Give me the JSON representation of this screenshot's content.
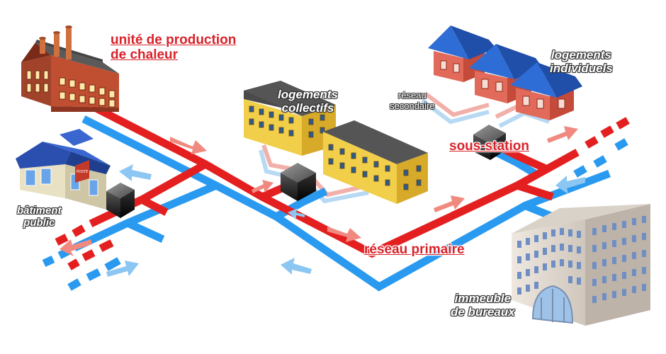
{
  "labels": {
    "production_line1": "unité de production",
    "production_line2": "de chaleur",
    "public_line1": "bâtiment",
    "public_line2": "public",
    "collectifs_line1": "logements",
    "collectifs_line2": "collectifs",
    "individuels_line1": "logements",
    "individuels_line2": "individuels",
    "secondaire_line1": "réseau",
    "secondaire_line2": "secondaire",
    "sous_station": "sous-station",
    "primaire": "réseau primaire",
    "bureaux_line1": "immeuble",
    "bureaux_line2": "de bureaux"
  },
  "colors": {
    "hot_pipe": "#e41f1f",
    "cold_pipe": "#2a9af0",
    "hot_arrow": "#f08a80",
    "cold_arrow": "#8cc6f2",
    "label_accent": "#d8232a",
    "substation": "#3a3a3a"
  },
  "icons": {
    "factory": "factory-icon",
    "public_building": "public-building-icon",
    "apartments": "apartment-building-icon",
    "houses": "house-icon",
    "office": "office-building-icon",
    "substation": "substation-cube-icon"
  }
}
